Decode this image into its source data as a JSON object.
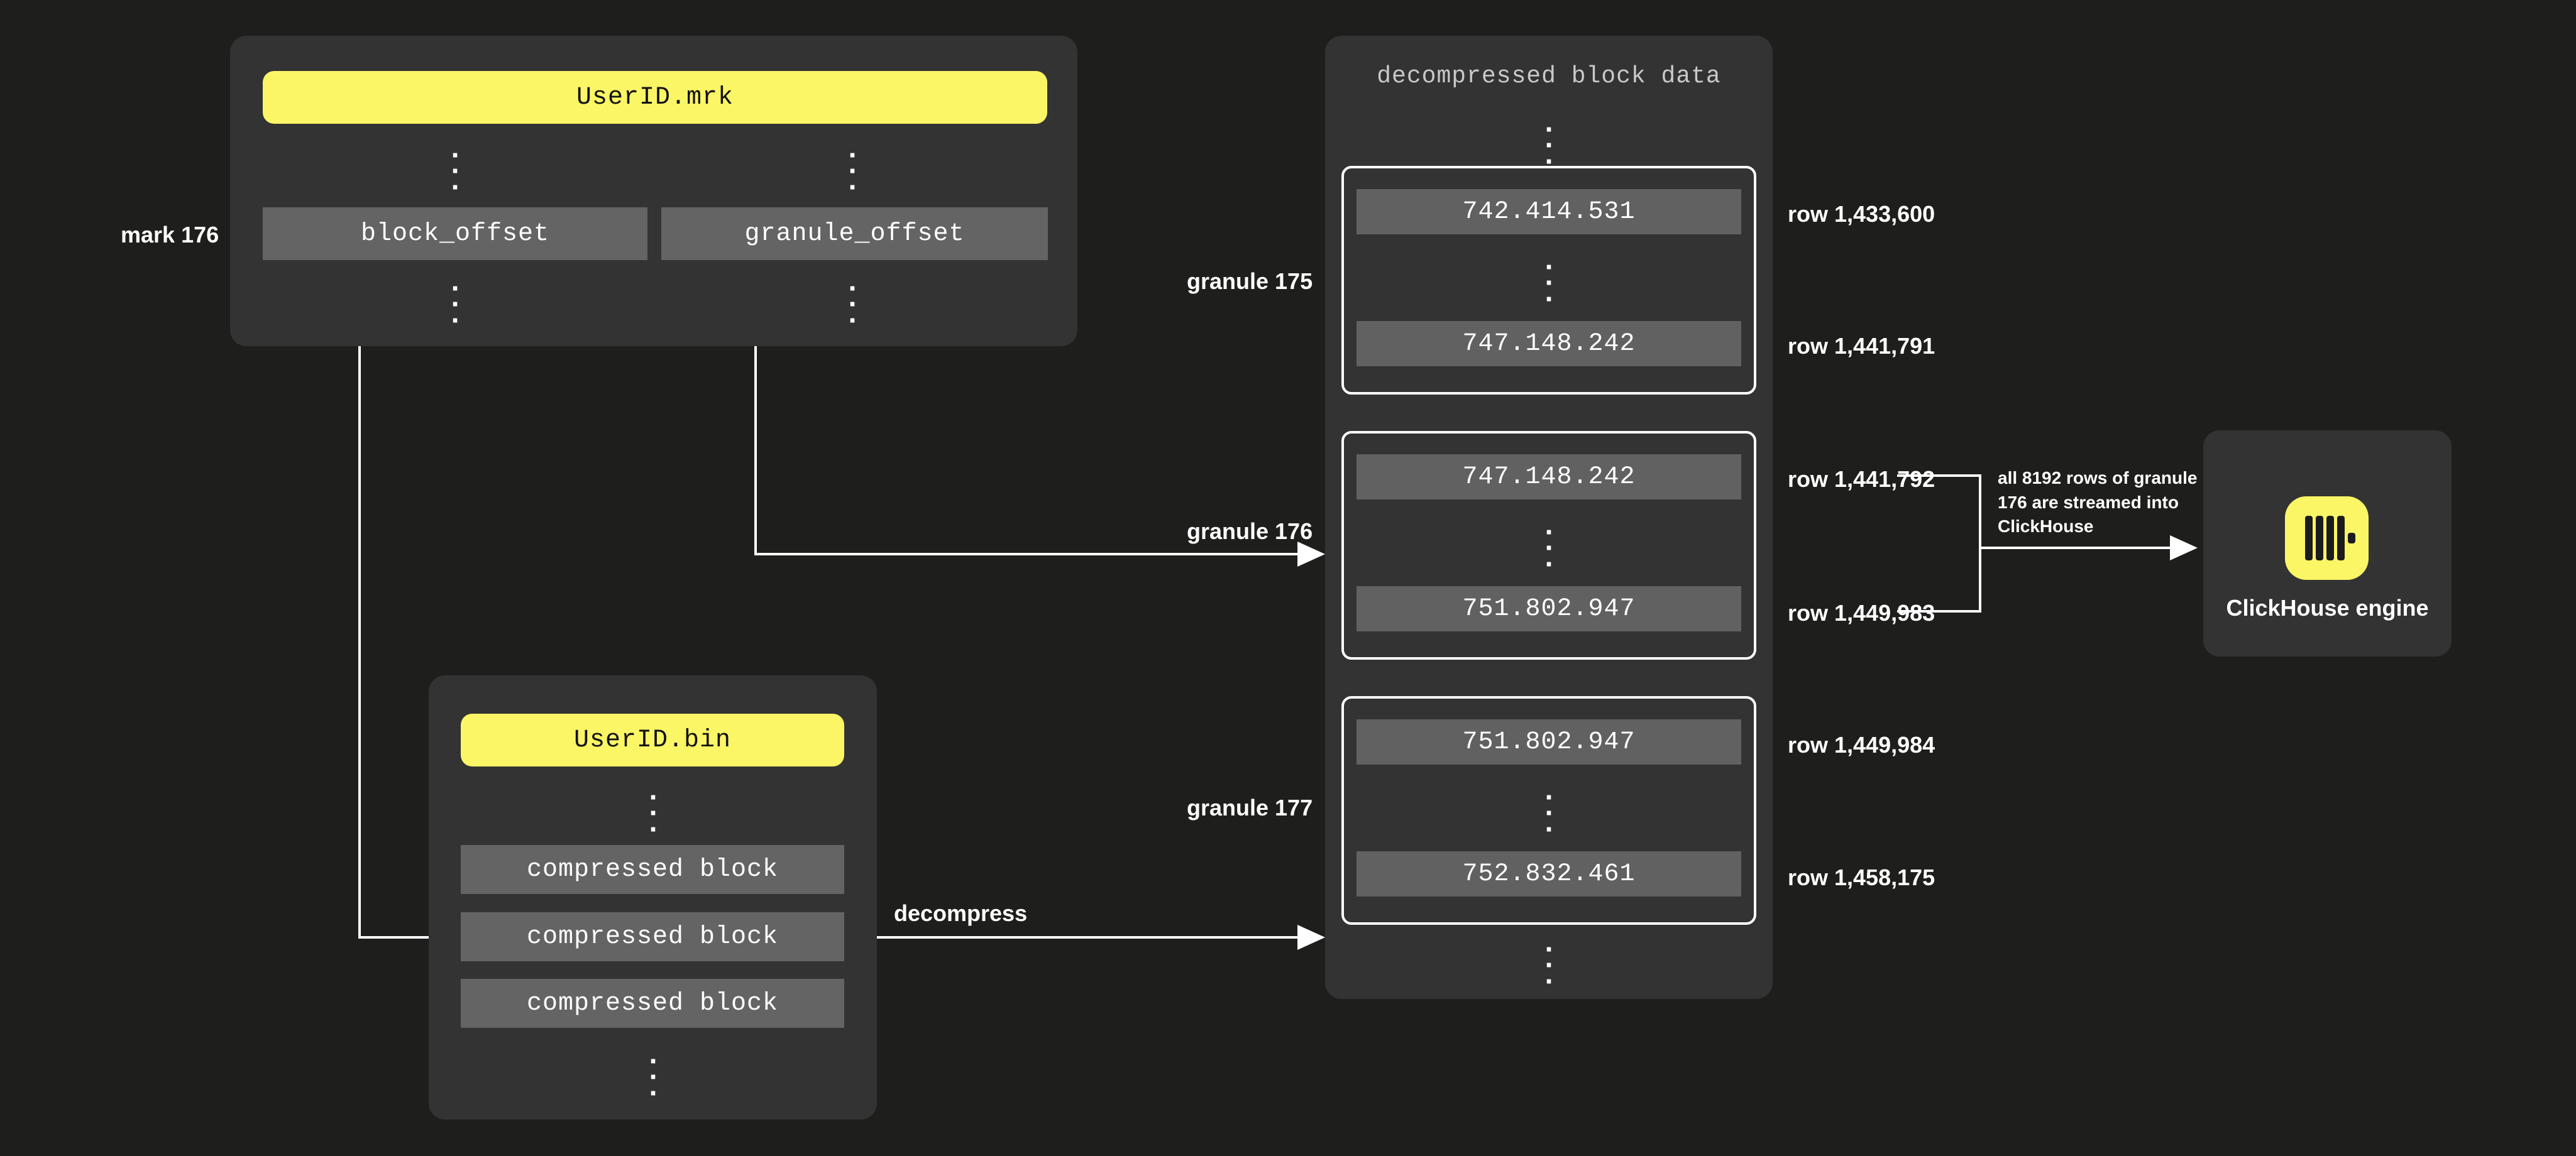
{
  "background_color": "#1e1f1c",
  "accent_color": "#fbf665",
  "panel_color": "#333333",
  "cell_color": "#616161",
  "labels": {
    "mark": "mark 176",
    "granule_175": "granule 175",
    "granule_176": "granule 176",
    "granule_177": "granule 177",
    "decompress": "decompress"
  },
  "mrk_panel": {
    "file_chip": "UserID.mrk",
    "dots_top_left": "·\n·\n·",
    "dots_top_right": "·\n·\n·",
    "columns": [
      "block_offset",
      "granule_offset"
    ],
    "dots_bottom_left": "·\n·\n·",
    "dots_bottom_right": "·\n·\n·"
  },
  "bin_panel": {
    "file_chip": "UserID.bin",
    "dots_top": "·\n·\n·",
    "blocks": [
      "compressed block",
      "compressed block",
      "compressed block"
    ],
    "dots_bottom": "·\n·\n·"
  },
  "decompressed_panel": {
    "title": "decompressed block data",
    "dots_top": "·\n·\n·",
    "dots_bottom": "·\n·\n·",
    "granules": [
      {
        "name": "granule 175",
        "first_value": "742.414.531",
        "inner_dots": "·\n·\n·",
        "last_value": "747.148.242",
        "first_row": "row 1,433,600",
        "last_row": "row 1,441,791"
      },
      {
        "name": "granule 176",
        "first_value": "747.148.242",
        "inner_dots": "·\n·\n·",
        "last_value": "751.802.947",
        "first_row": "row 1,441,792",
        "last_row": "row 1,449,983"
      },
      {
        "name": "granule 177",
        "first_value": "751.802.947",
        "inner_dots": "·\n·\n·",
        "last_value": "752.832.461",
        "first_row": "row 1,449,984",
        "last_row": "row 1,458,175"
      }
    ]
  },
  "stream_note": "all 8192 rows of granule 176 are streamed into ClickHouse",
  "engine": {
    "title": "ClickHouse engine",
    "logo": "clickhouse-logo-icon"
  }
}
